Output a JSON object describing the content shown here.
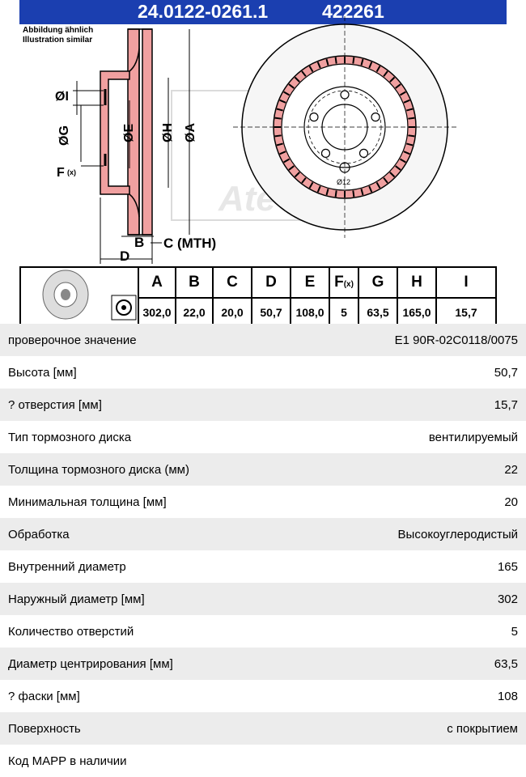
{
  "header": {
    "part_number": "24.0122-0261.1",
    "ref_number": "422261",
    "bar_color": "#1b3fb0"
  },
  "illustration_note": {
    "line1": "Abbildung ähnlich",
    "line2": "Illustration similar"
  },
  "drawing_labels": {
    "dim_i": "ØI",
    "dim_g": "ØG",
    "dim_e": "ØE",
    "dim_h": "ØH",
    "dim_a": "ØA",
    "dim_f": "F",
    "dim_f_sub": "(x)",
    "dim_b": "B",
    "dim_c": "C (MTH)",
    "dim_d": "D",
    "hole": "Ø12",
    "watermark": "Ate"
  },
  "dims_table": {
    "headers": [
      "A",
      "B",
      "C",
      "D",
      "E",
      "F",
      "G",
      "H",
      "I"
    ],
    "f_sub": "(x)",
    "values": [
      "302,0",
      "22,0",
      "20,0",
      "50,7",
      "108,0",
      "5",
      "63,5",
      "165,0",
      "15,7"
    ]
  },
  "specs": [
    {
      "label": "проверочное значение",
      "value": "E1 90R-02C0118/0075"
    },
    {
      "label": "Высота [мм]",
      "value": "50,7"
    },
    {
      "label": "? отверстия [мм]",
      "value": "15,7"
    },
    {
      "label": "Тип тормозного диска",
      "value": "вентилируемый"
    },
    {
      "label": "Толщина тормозного диска (мм)",
      "value": "22"
    },
    {
      "label": "Минимальная толщина [мм]",
      "value": "20"
    },
    {
      "label": "Обработка",
      "value": "Высокоуглеродистый"
    },
    {
      "label": "Внутренний диаметр",
      "value": "165"
    },
    {
      "label": "Наружный диаметр [мм]",
      "value": "302"
    },
    {
      "label": "Количество отверстий",
      "value": "5"
    },
    {
      "label": "Диаметр центрирования [мм]",
      "value": "63,5"
    },
    {
      "label": "? фаски [мм]",
      "value": "108"
    },
    {
      "label": "Поверхность",
      "value": "с покрытием"
    },
    {
      "label": "Код MAPP в наличии",
      "value": ""
    }
  ]
}
